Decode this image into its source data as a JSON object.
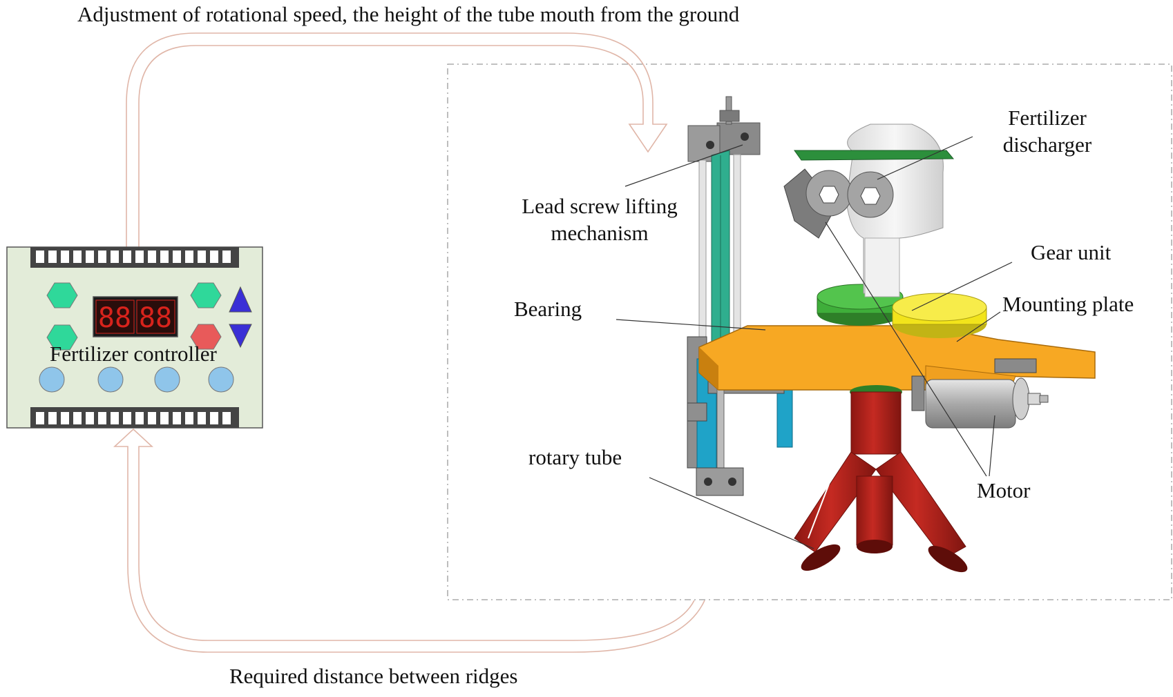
{
  "caption": {
    "top": "Adjustment of rotational speed, the height of the tube mouth from the ground",
    "bottom": "Required distance between ridges"
  },
  "controller": {
    "label": "Fertilizer controller",
    "display_digits": [
      "88",
      "88"
    ]
  },
  "components": {
    "fertilizer_discharger": [
      "Fertilizer",
      "discharger"
    ],
    "lead_screw": [
      "Lead screw lifting",
      "mechanism"
    ],
    "gear_unit": "Gear unit",
    "mounting_plate": "Mounting plate",
    "bearing": "Bearing",
    "rotary_tube": "rotary tube",
    "motor": "Motor"
  },
  "colors": {
    "feedback_arrow": "#e0b6a8",
    "controller_body": "#e3ecd9",
    "hex_button_green": "#2fd89a",
    "hex_button_red": "#e85a5a",
    "arrow_button_blue": "#3a2fd6",
    "round_button": "#8fc5ea",
    "display_bg": "#1a1a1a",
    "display_digit": "#d8231c",
    "frame_teal": "#2fae8e",
    "frame_blue": "#1fa3c8",
    "plate_orange": "#f7a823",
    "gear_green": "#3fae3a",
    "gear_yellow": "#f2e41b",
    "tube_red": "#b3221c",
    "pcb_green": "#2c8f3c"
  }
}
